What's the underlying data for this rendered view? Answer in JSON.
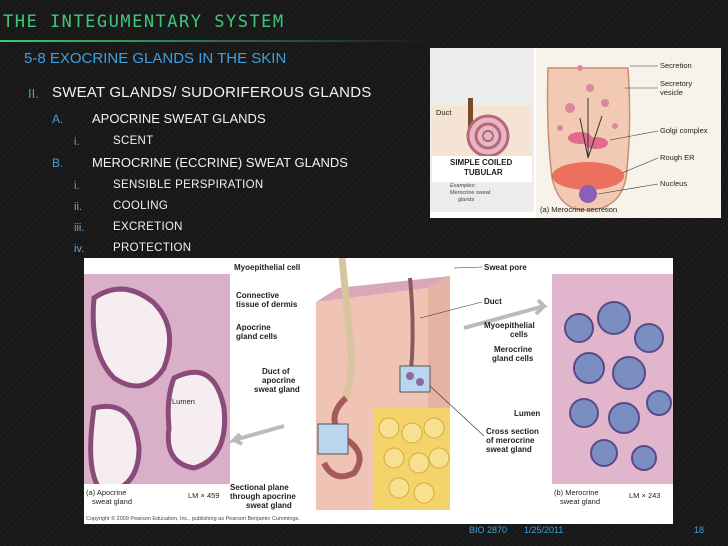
{
  "slide": {
    "title": "THE INTEGUMENTARY SYSTEM",
    "subtitle": "5-8 EXOCRINE GLANDS IN THE SKIN"
  },
  "outline": [
    {
      "marker": "II.",
      "text": "SWEAT GLANDS/ SUDORIFEROUS GLANDS"
    },
    {
      "marker": "A.",
      "text": "APOCRINE SWEAT GLANDS"
    },
    {
      "marker": "i.",
      "text": "SCENT"
    },
    {
      "marker": "B.",
      "text": "MEROCRINE (ECCRINE) SWEAT GLANDS"
    },
    {
      "marker": "i.",
      "text": "SENSIBLE PERSPIRATION"
    },
    {
      "marker": "ii.",
      "text": "COOLING"
    },
    {
      "marker": "iii.",
      "text": "EXCRETION"
    },
    {
      "marker": "iv.",
      "text": "PROTECTION"
    }
  ],
  "gland_figure": {
    "duct": "Duct",
    "type_label_1": "SIMPLE COILED",
    "type_label_2": "TUBULAR",
    "examples_label": "Examples:",
    "examples_1": "Merocrine sweat",
    "examples_2": "glands",
    "secretion": "Secretion",
    "secretory_vesicle_1": "Secretory",
    "secretory_vesicle_2": "vesicle",
    "golgi": "Golgi complex",
    "rough_er": "Rough ER",
    "nucleus": "Nucleus",
    "caption": "(a) Merocrine secretion"
  },
  "skin_figure": {
    "myoepithelial_cell": "Myoepithelial cell",
    "connective_1": "Connective",
    "connective_2": "tissue of dermis",
    "apocrine_cells_1": "Apocrine",
    "apocrine_cells_2": "gland cells",
    "lumen_a": "Lumen",
    "duct_apocrine_1": "Duct of",
    "duct_apocrine_2": "apocrine",
    "duct_apocrine_3": "sweat gland",
    "sectional_1": "Sectional plane",
    "sectional_2": "through apocrine",
    "sectional_3": "sweat gland",
    "caption_a_1": "(a) Apocrine",
    "caption_a_2": "sweat gland",
    "mag_a": "LM × 459",
    "sweat_pore": "Sweat pore",
    "duct": "Duct",
    "myoepithelial_cells_1": "Myoepithelial",
    "myoepithelial_cells_2": "cells",
    "merocrine_cells_1": "Merocrine",
    "merocrine_cells_2": "gland cells",
    "lumen_b": "Lumen",
    "cross_1": "Cross section",
    "cross_2": "of merocrine",
    "cross_3": "sweat gland",
    "caption_b_1": "(b) Merocrine",
    "caption_b_2": "sweat gland",
    "mag_b": "LM × 243",
    "copyright": "Copyright © 2009 Pearson Education, Inc., publishing as Pearson Benjamin Cummings."
  },
  "footer": {
    "course": "BIO 2870",
    "date": "1/25/2011",
    "page": "18"
  },
  "colors": {
    "title": "#3fc87a",
    "accent": "#3fa0e0"
  }
}
